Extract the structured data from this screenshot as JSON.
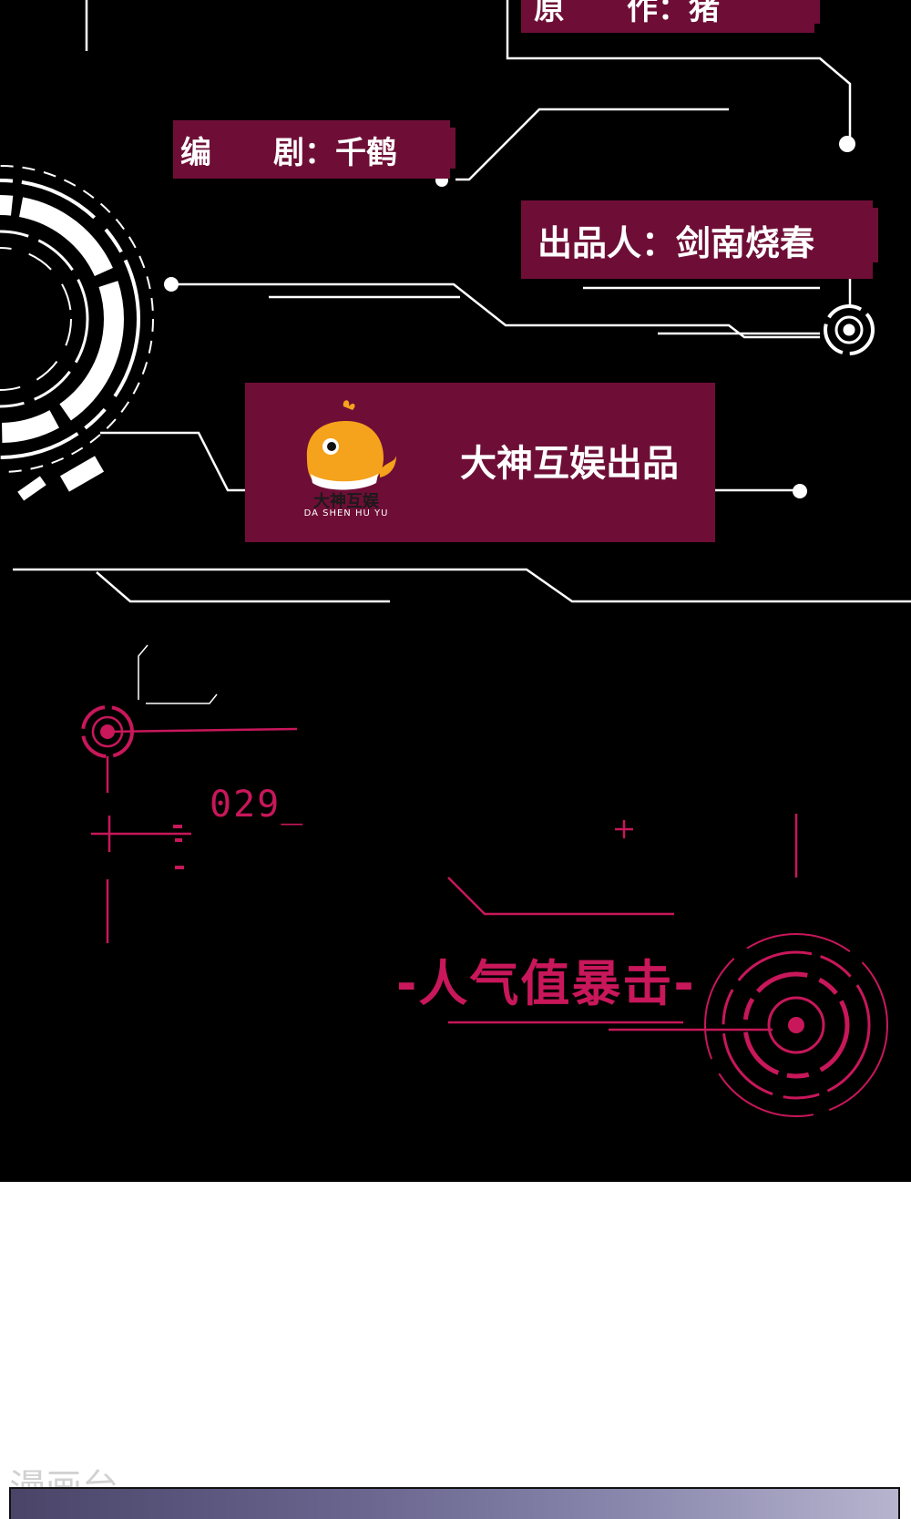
{
  "credits": {
    "original_author": "原　　作：猪",
    "writer": "编　　剧：千鹤",
    "producer": "出品人：剑南烧春"
  },
  "publisher": {
    "logo_text_cn": "大神互娱",
    "logo_text_en": "DA SHEN HU YU",
    "label": "大神互娱出品"
  },
  "chapter": {
    "number": "029_"
  },
  "slogan": "-人气值暴击-",
  "watermark": "漫画台",
  "colors": {
    "background": "#000000",
    "credit_box": "#6e0e36",
    "accent_pink": "#c8175a",
    "logo_orange": "#f5a21c"
  }
}
